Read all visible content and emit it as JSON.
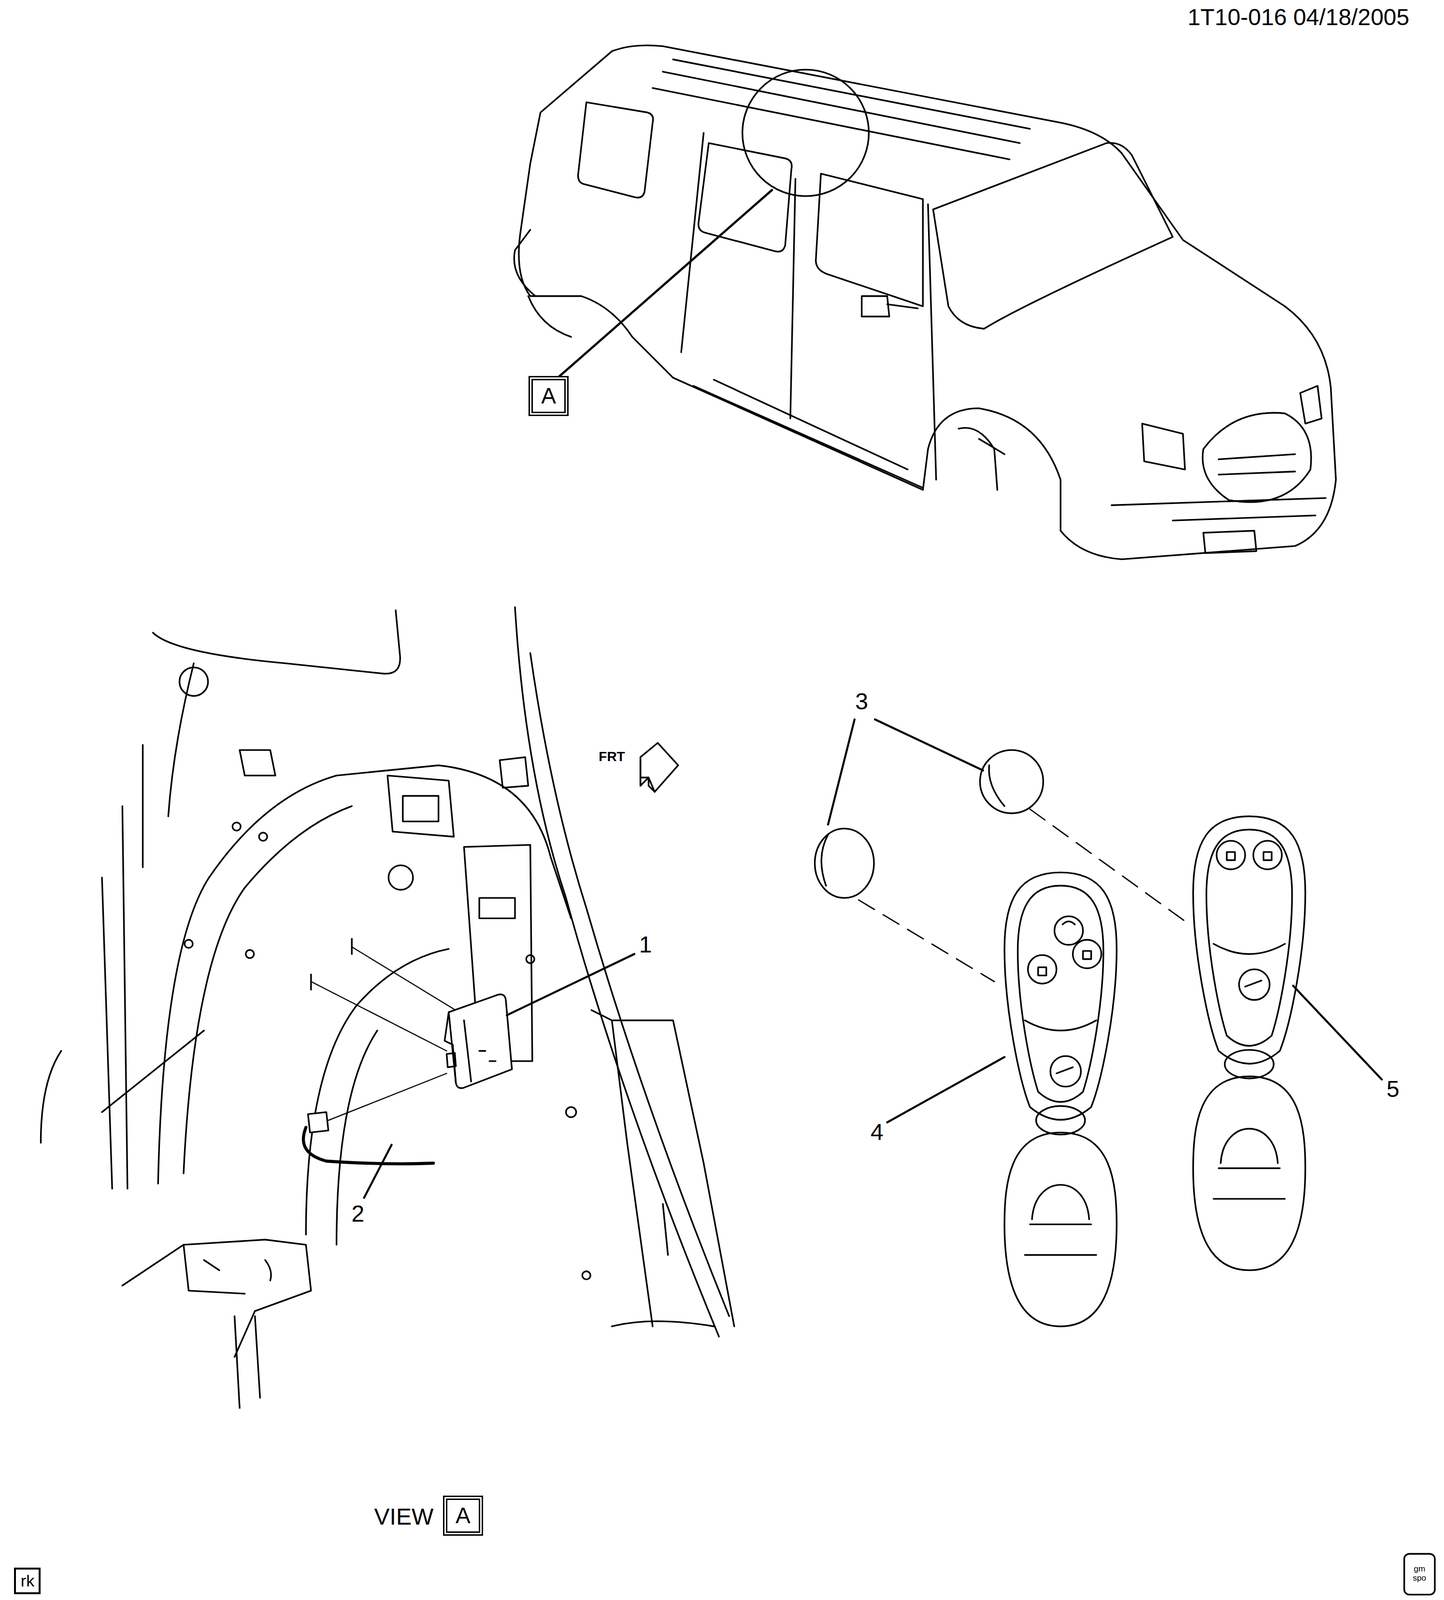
{
  "diagram": {
    "nodes": [
      {
        "text": [
          "A"
        ]
      },
      {
        "text": [
          "A"
        ]
      },
      {
        "text": [
          "rk"
        ]
      }
    ],
    "labels": [
      "1T10-016 04/18/2005",
      "FRT",
      "3",
      "1",
      "4",
      "5",
      "2",
      "VIEW",
      "gm spo"
    ]
  }
}
